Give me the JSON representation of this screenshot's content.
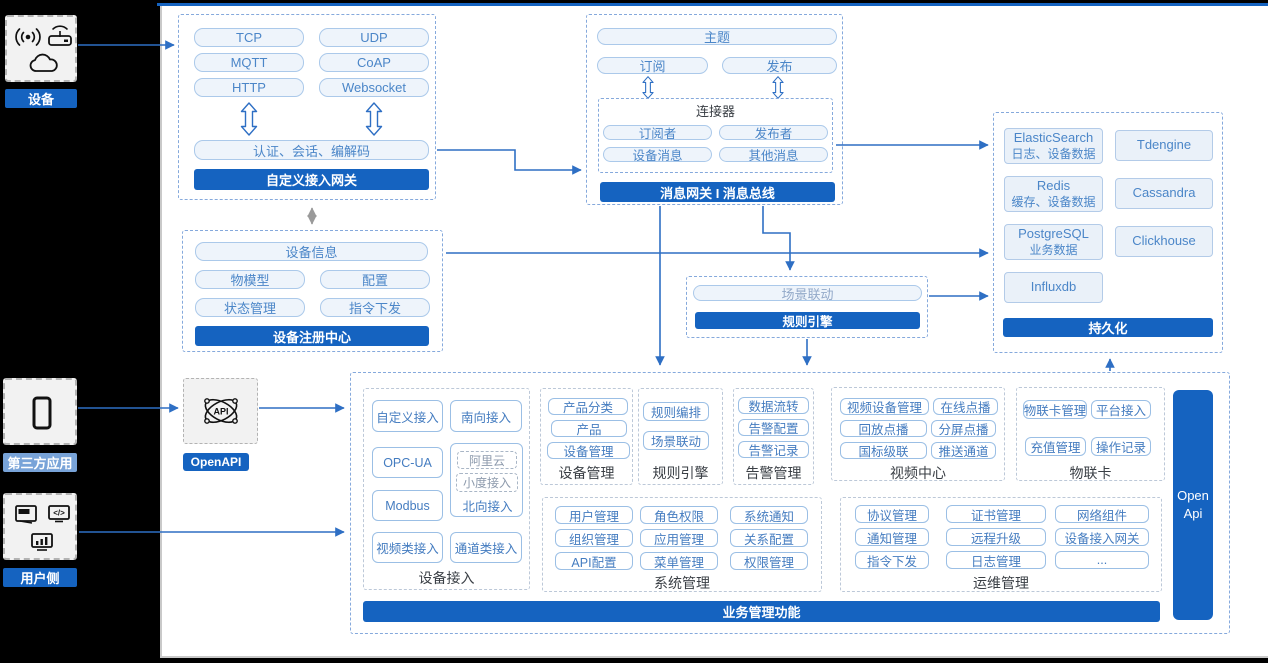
{
  "colors": {
    "accent": "#1563c0",
    "chip_text": "#4b86c8",
    "arrow": "#2e6fc4"
  },
  "sidebar": {
    "device_label": "设备",
    "third_party_label": "第三方应用",
    "user_label": "用户侧"
  },
  "openapi_label": "OpenAPI",
  "gateway": {
    "protocols": [
      "TCP",
      "UDP",
      "MQTT",
      "CoAP",
      "HTTP",
      "Websocket"
    ],
    "auth_chip": "认证、会话、编解码",
    "title": "自定义接入网关"
  },
  "registry": {
    "main_chip": "设备信息",
    "chips": [
      "物模型",
      "配置",
      "状态管理",
      "指令下发"
    ],
    "title": "设备注册中心"
  },
  "message": {
    "topic": "主题",
    "subscribe": "订阅",
    "publish": "发布",
    "connector_title": "连接器",
    "connector_chips": [
      "订阅者",
      "发布者",
      "设备消息",
      "其他消息"
    ],
    "title": "消息网关 I 消息总线"
  },
  "persistence": {
    "stores": [
      {
        "name": "ElasticSearch",
        "desc": "日志、设备数据"
      },
      {
        "name": "Tdengine",
        "desc": ""
      },
      {
        "name": "Redis",
        "desc": "缓存、设备数据"
      },
      {
        "name": "Cassandra",
        "desc": ""
      },
      {
        "name": "PostgreSQL",
        "desc": "业务数据"
      },
      {
        "name": "Clickhouse",
        "desc": ""
      },
      {
        "name": "Influxdb",
        "desc": ""
      }
    ],
    "title": "持久化"
  },
  "rule": {
    "chip": "场景联动",
    "title": "规则引擎"
  },
  "business": {
    "title": "业务管理功能",
    "open_api_bar": "Open Api",
    "sections": {
      "device_access": {
        "label": "设备接入",
        "chips": [
          "自定义接入",
          "南向接入",
          "OPC-UA",
          "Modbus",
          "视频类接入",
          "通道类接入"
        ],
        "north": {
          "dashed_chips": [
            "阿里云",
            "小度接入"
          ],
          "label": "北向接入"
        }
      },
      "device_mgmt": {
        "label": "设备管理",
        "chips": [
          "产品分类",
          "产品",
          "设备管理"
        ]
      },
      "rule_engine": {
        "label": "规则引擎",
        "chips": [
          "规则编排",
          "场景联动"
        ]
      },
      "alarm": {
        "label": "告警管理",
        "chips": [
          "数据流转",
          "告警配置",
          "告警记录"
        ]
      },
      "video": {
        "label": "视频中心",
        "chips": [
          "视频设备管理",
          "在线点播",
          "回放点播",
          "分屏点播",
          "国标级联",
          "推送通道"
        ]
      },
      "iot_card": {
        "label": "物联卡",
        "chips": [
          "物联卡管理",
          "平台接入",
          "充值管理",
          "操作记录"
        ]
      },
      "system": {
        "label": "系统管理",
        "chips": [
          "用户管理",
          "角色权限",
          "系统通知",
          "组织管理",
          "应用管理",
          "关系配置",
          "API配置",
          "菜单管理",
          "权限管理"
        ]
      },
      "ops": {
        "label": "运维管理",
        "chips": [
          "协议管理",
          "证书管理",
          "网络组件",
          "通知管理",
          "远程升级",
          "设备接入网关",
          "指令下发",
          "日志管理",
          "..."
        ]
      }
    }
  }
}
